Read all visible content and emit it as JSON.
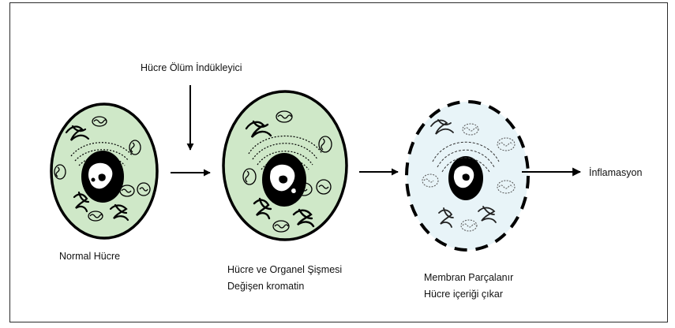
{
  "trigger_label": "Hücre Ölüm İndükleyici",
  "stages": [
    {
      "caption_lines": [
        "Normal Hücre"
      ]
    },
    {
      "caption_lines": [
        "Hücre ve Organel Şişmesi",
        "Değişen kromatin"
      ]
    },
    {
      "caption_lines": [
        "Membran Parçalanır",
        "Hücre içeriği çıkar"
      ]
    }
  ],
  "outcome_label": "İnflamasyon",
  "colors": {
    "cell_fill": "#cfe8c8",
    "lysed_fill": "#e8f4f8",
    "outline": "#000000"
  }
}
